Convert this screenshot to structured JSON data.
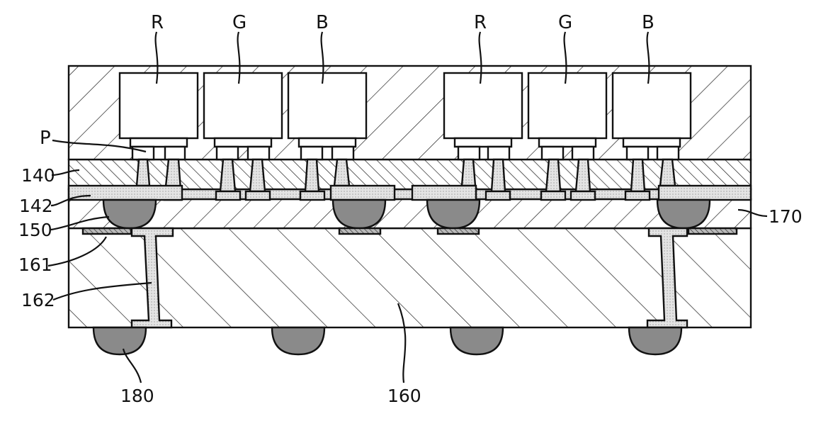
{
  "figure": {
    "subpixel_labels": [
      "R",
      "G",
      "B",
      "R",
      "G",
      "B"
    ],
    "ref_labels": {
      "p": "P",
      "insulating_layer": "140",
      "electrode": "142",
      "bump": "150",
      "pad": "161",
      "via": "162",
      "substrate": "160",
      "filler": "170",
      "solder_ball": "180"
    },
    "colors": {
      "line": "#111111",
      "background": "#ffffff",
      "metal_fill": "#e4e4e4",
      "bump_fill": "#8a8a8a"
    }
  }
}
